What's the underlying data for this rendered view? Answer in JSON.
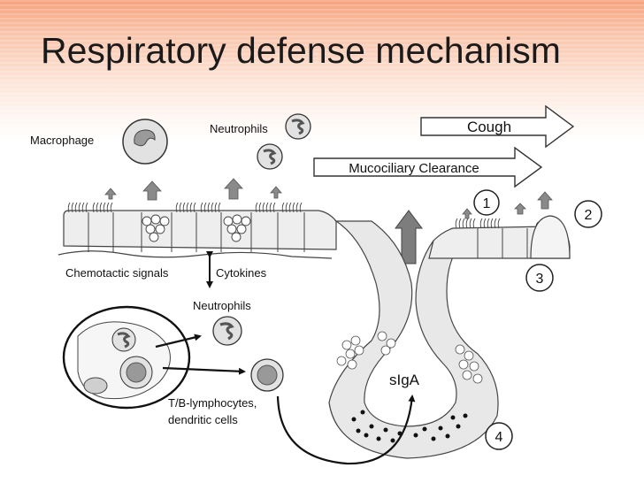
{
  "title": "Respiratory defense mechanism",
  "labels": {
    "macrophage": "Macrophage",
    "neutrophils_top": "Neutrophils",
    "cough": "Cough",
    "mucociliary": "Mucociliary Clearance",
    "chemotactic": "Chemotactic signals",
    "cytokines": "Cytokines",
    "neutrophils_mid": "Neutrophils",
    "lymph_line1": "T/B-lymphocytes,",
    "lymph_line2": "dendritic cells",
    "siga": "sIgA"
  },
  "markers": [
    "1",
    "2",
    "3",
    "4"
  ]
}
